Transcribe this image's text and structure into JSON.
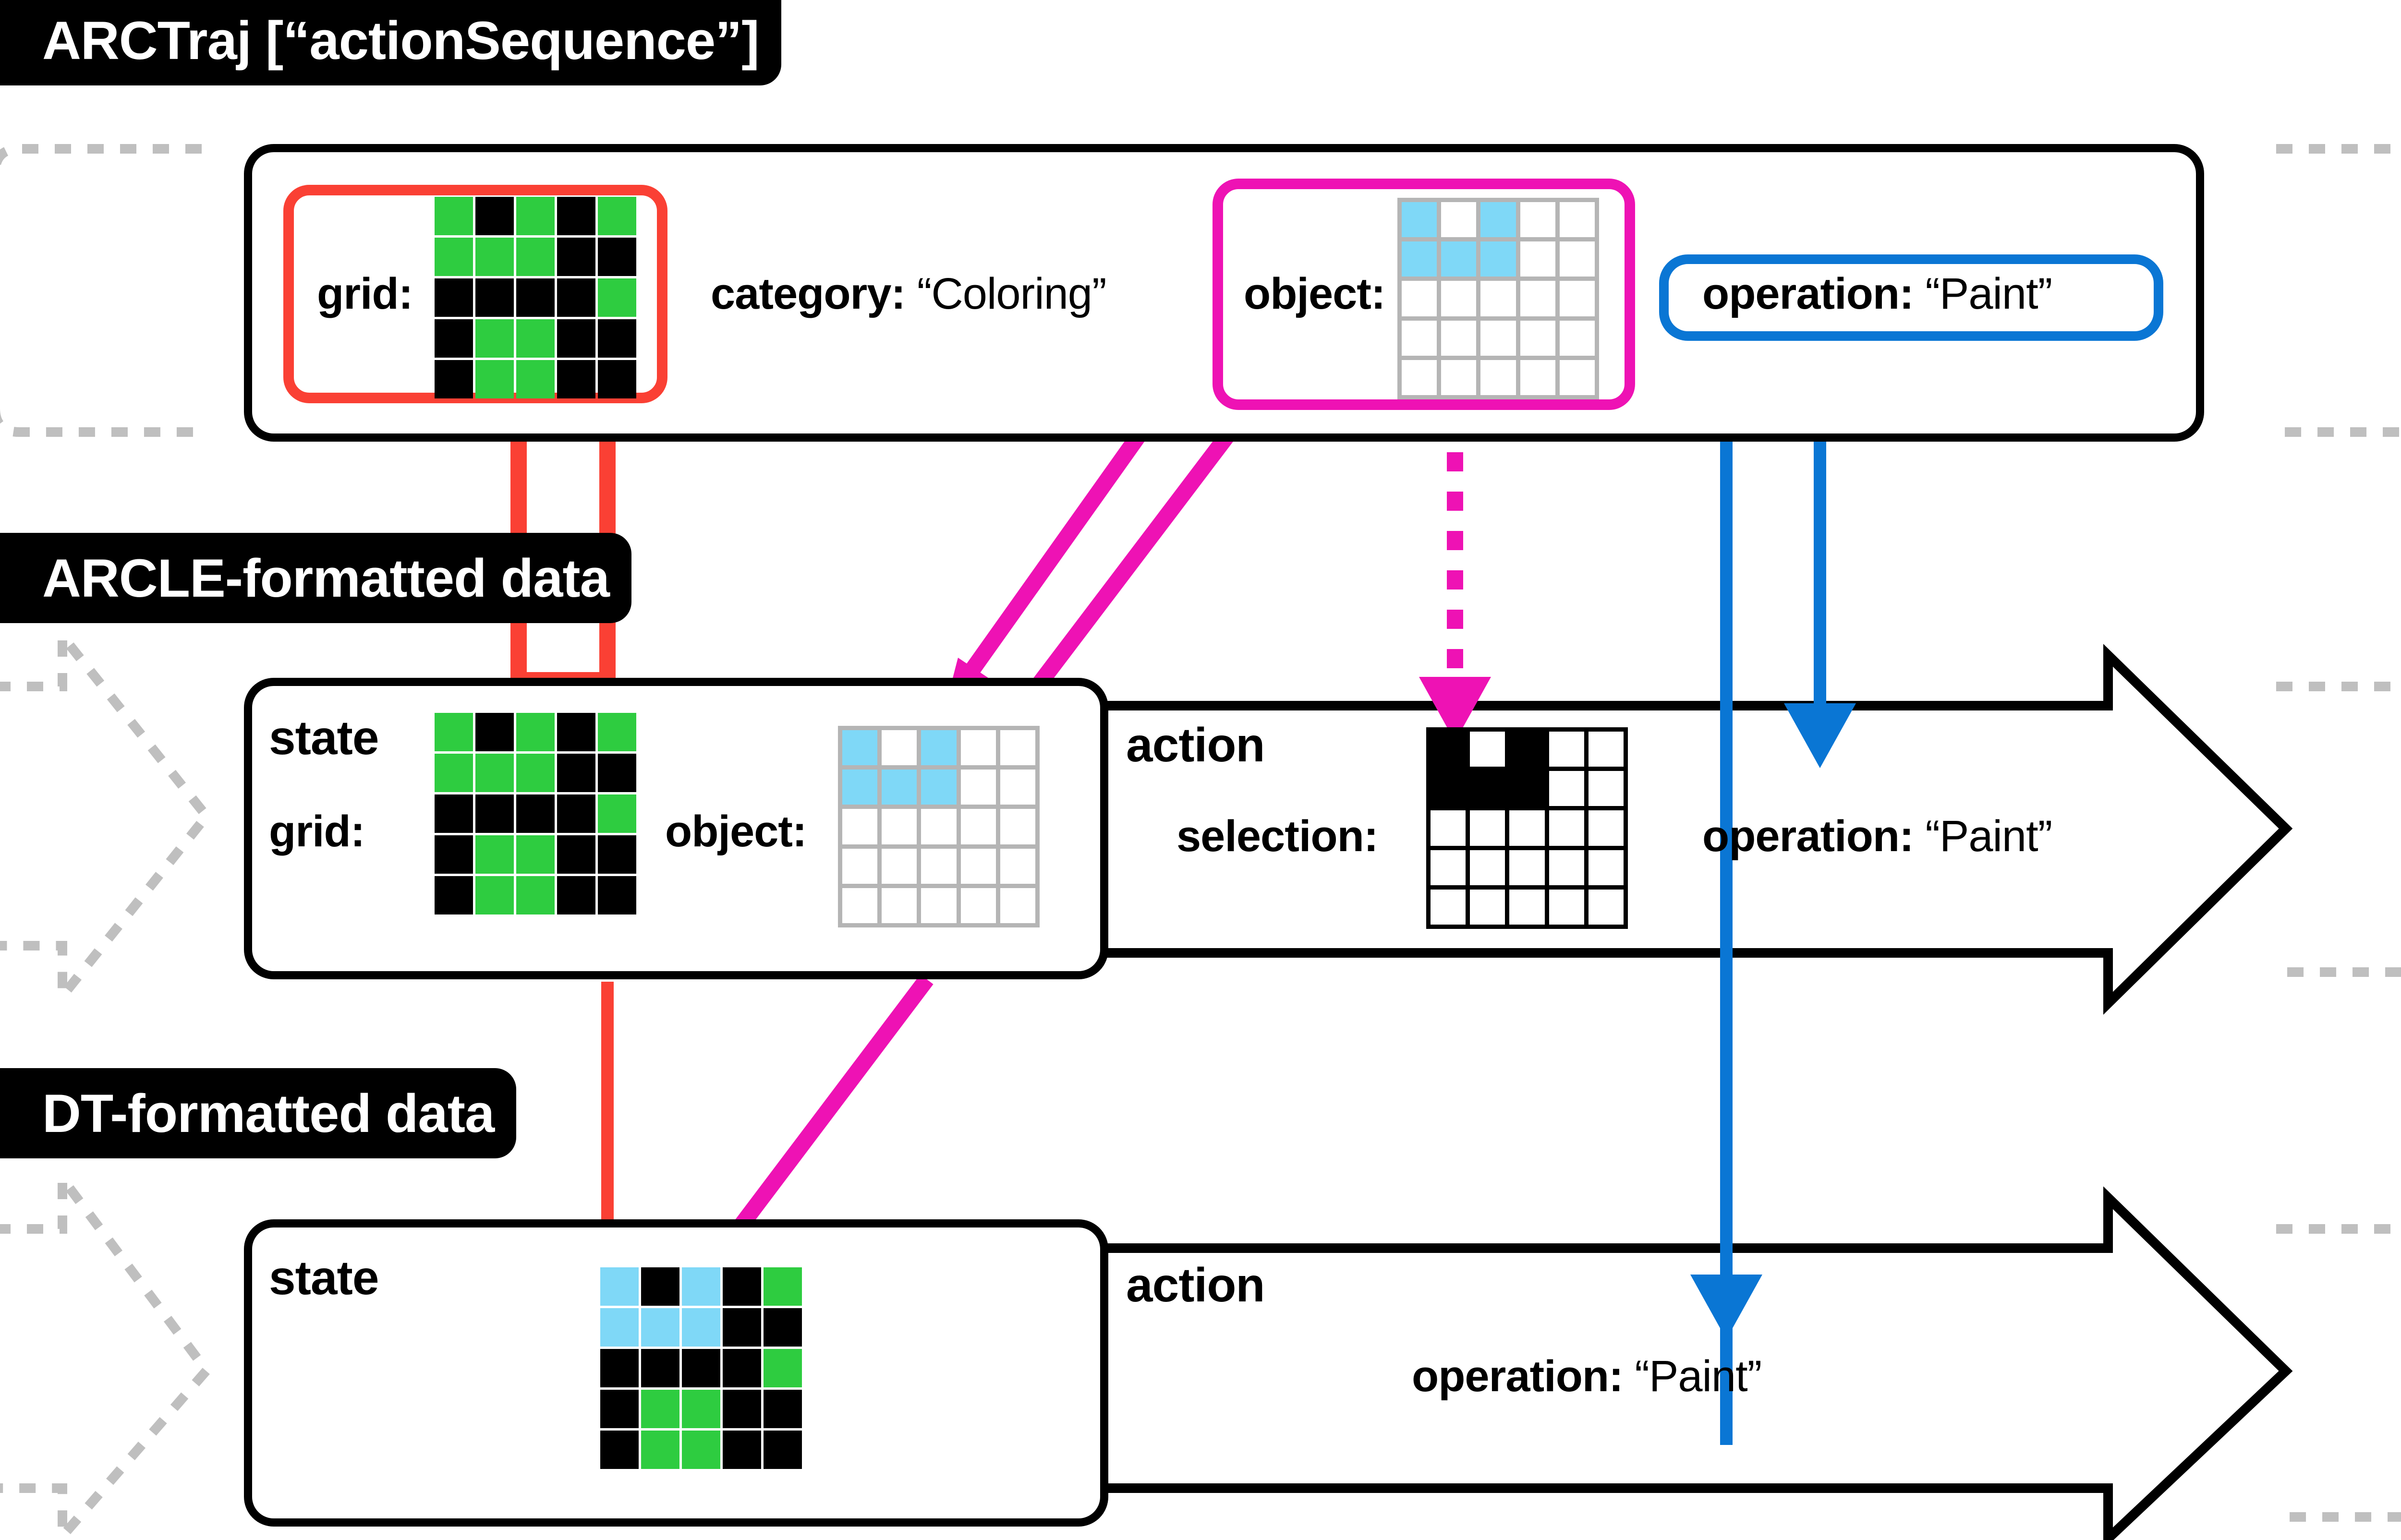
{
  "sections": {
    "traj_tag": "ARCTraj [“actionSequence”]",
    "arcle_tag": "ARCLE-formatted data",
    "dt_tag": "DT-formatted data"
  },
  "labels": {
    "grid": "grid:",
    "object": "object:",
    "category_key": "category:",
    "category_value": "“Coloring”",
    "operation_key": "operation:",
    "operation_value": "“Paint”",
    "state": "state",
    "action": "action",
    "selection": "selection:"
  },
  "colors": {
    "green": "#2ecc40",
    "black": "#000000",
    "blue_cell": "#7fd8f7",
    "white": "#ffffff",
    "grid_line_gray": "#b5b5b5",
    "accent_red": "#fa4034",
    "accent_magenta": "#ee12b4",
    "accent_blue": "#0a76d4",
    "ghost_gray": "#bfbfbf"
  },
  "chart_data": {
    "type": "table",
    "title": "ARCTraj actionSequence to ARCLE to DT formatted data",
    "grids": {
      "traj_grid": {
        "name": "grid",
        "rows": 5,
        "cols": 5,
        "cells": [
          [
            "green",
            "black",
            "green",
            "black",
            "green"
          ],
          [
            "green",
            "green",
            "green",
            "black",
            "black"
          ],
          [
            "black",
            "black",
            "black",
            "black",
            "green"
          ],
          [
            "black",
            "green",
            "green",
            "black",
            "black"
          ],
          [
            "black",
            "green",
            "green",
            "black",
            "black"
          ]
        ]
      },
      "traj_object": {
        "name": "object",
        "rows": 5,
        "cols": 5,
        "cells": [
          [
            "blue",
            "white",
            "blue",
            "white",
            "white"
          ],
          [
            "blue",
            "blue",
            "blue",
            "white",
            "white"
          ],
          [
            "white",
            "white",
            "white",
            "white",
            "white"
          ],
          [
            "white",
            "white",
            "white",
            "white",
            "white"
          ],
          [
            "white",
            "white",
            "white",
            "white",
            "white"
          ]
        ]
      },
      "arcle_state_grid": {
        "name": "grid",
        "rows": 5,
        "cols": 5,
        "cells": [
          [
            "green",
            "black",
            "green",
            "black",
            "green"
          ],
          [
            "green",
            "green",
            "green",
            "black",
            "black"
          ],
          [
            "black",
            "black",
            "black",
            "black",
            "green"
          ],
          [
            "black",
            "green",
            "green",
            "black",
            "black"
          ],
          [
            "black",
            "green",
            "green",
            "black",
            "black"
          ]
        ]
      },
      "arcle_state_object": {
        "name": "object",
        "rows": 5,
        "cols": 5,
        "cells": [
          [
            "blue",
            "white",
            "blue",
            "white",
            "white"
          ],
          [
            "blue",
            "blue",
            "blue",
            "white",
            "white"
          ],
          [
            "white",
            "white",
            "white",
            "white",
            "white"
          ],
          [
            "white",
            "white",
            "white",
            "white",
            "white"
          ],
          [
            "white",
            "white",
            "white",
            "white",
            "white"
          ]
        ]
      },
      "arcle_action_selection": {
        "name": "selection",
        "rows": 5,
        "cols": 5,
        "cells": [
          [
            "black",
            "white",
            "black",
            "white",
            "white"
          ],
          [
            "black",
            "black",
            "black",
            "white",
            "white"
          ],
          [
            "white",
            "white",
            "white",
            "white",
            "white"
          ],
          [
            "white",
            "white",
            "white",
            "white",
            "white"
          ],
          [
            "white",
            "white",
            "white",
            "white",
            "white"
          ]
        ]
      },
      "dt_state_grid": {
        "name": "grid",
        "rows": 5,
        "cols": 5,
        "cells": [
          [
            "blue",
            "black",
            "blue",
            "black",
            "green"
          ],
          [
            "blue",
            "blue",
            "blue",
            "black",
            "black"
          ],
          [
            "black",
            "black",
            "black",
            "black",
            "green"
          ],
          [
            "black",
            "green",
            "green",
            "black",
            "black"
          ],
          [
            "black",
            "green",
            "green",
            "black",
            "black"
          ]
        ]
      }
    }
  }
}
